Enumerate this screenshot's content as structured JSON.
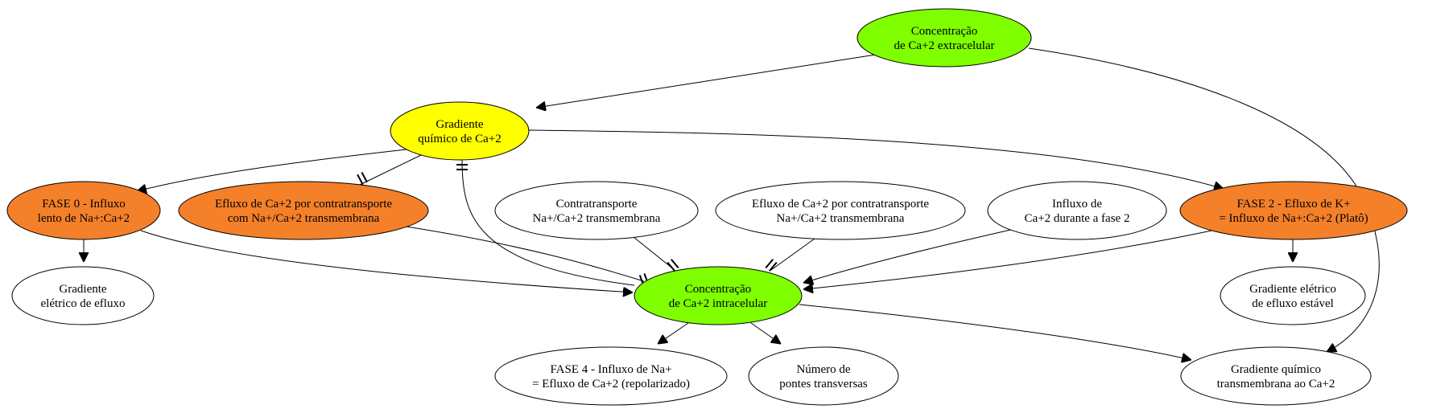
{
  "colors": {
    "green": "#7fff00",
    "yellow": "#ffff00",
    "orange": "#f4802a",
    "white": "#ffffff"
  },
  "nodes": {
    "ca_extra": {
      "lines": [
        "Concentração",
        "de Ca+2 extracelular"
      ],
      "fill": "green"
    },
    "grad_quimico": {
      "lines": [
        "Gradiente",
        "químico de Ca+2"
      ],
      "fill": "yellow"
    },
    "fase0": {
      "lines": [
        "FASE 0 - Influxo",
        "lento de Na+:Ca+2"
      ],
      "fill": "orange"
    },
    "efluxo_contra_laranja": {
      "lines": [
        "Efluxo de Ca+2 por contratransporte",
        "com Na+/Ca+2 transmembrana"
      ],
      "fill": "orange"
    },
    "contratransporte": {
      "lines": [
        "Contratransporte",
        "Na+/Ca+2 transmembrana"
      ],
      "fill": "white"
    },
    "efluxo_contra_branco": {
      "lines": [
        "Efluxo de Ca+2 por contratransporte",
        "Na+/Ca+2 transmembrana"
      ],
      "fill": "white"
    },
    "influxo_fase2": {
      "lines": [
        "Influxo de",
        "Ca+2 durante a fase 2"
      ],
      "fill": "white"
    },
    "fase2": {
      "lines": [
        "FASE 2 - Efluxo de K+",
        "= Influxo de Na+:Ca+2 (Platô)"
      ],
      "fill": "orange"
    },
    "grad_eletrico_efluxo": {
      "lines": [
        "Gradiente",
        "elétrico de efluxo"
      ],
      "fill": "white"
    },
    "ca_intra": {
      "lines": [
        "Concentração",
        "de Ca+2 intracelular"
      ],
      "fill": "green"
    },
    "grad_eletrico_estavel": {
      "lines": [
        "Gradiente elétrico",
        "de efluxo estável"
      ],
      "fill": "white"
    },
    "fase4": {
      "lines": [
        "FASE 4 - Influxo de Na+",
        "= Efluxo de Ca+2 (repolarizado)"
      ],
      "fill": "white"
    },
    "pontes": {
      "lines": [
        "Número de",
        "pontes transversas"
      ],
      "fill": "white"
    },
    "grad_transmembrana": {
      "lines": [
        "Gradiente químico",
        "transmembrana ao Ca+2"
      ],
      "fill": "white"
    }
  },
  "edges": [
    {
      "from": "ca_extra",
      "to": "grad_quimico",
      "type": "arrow"
    },
    {
      "from": "ca_extra",
      "to": "grad_transmembrana",
      "type": "arrow"
    },
    {
      "from": "grad_quimico",
      "to": "fase0",
      "type": "arrow"
    },
    {
      "from": "grad_quimico",
      "to": "efluxo_contra_laranja",
      "type": "tee"
    },
    {
      "from": "grad_quimico",
      "to": "ca_intra",
      "type": "tee_start"
    },
    {
      "from": "grad_quimico",
      "to": "fase2",
      "type": "arrow"
    },
    {
      "from": "fase0",
      "to": "grad_eletrico_efluxo",
      "type": "arrow"
    },
    {
      "from": "fase0",
      "to": "ca_intra",
      "type": "arrow"
    },
    {
      "from": "efluxo_contra_laranja",
      "to": "ca_intra",
      "type": "tee"
    },
    {
      "from": "contratransporte",
      "to": "ca_intra",
      "type": "tee"
    },
    {
      "from": "efluxo_contra_branco",
      "to": "ca_intra",
      "type": "tee"
    },
    {
      "from": "influxo_fase2",
      "to": "ca_intra",
      "type": "arrow"
    },
    {
      "from": "fase2",
      "to": "ca_intra",
      "type": "arrow"
    },
    {
      "from": "fase2",
      "to": "grad_eletrico_estavel",
      "type": "arrow"
    },
    {
      "from": "ca_intra",
      "to": "fase4",
      "type": "arrow"
    },
    {
      "from": "ca_intra",
      "to": "pontes",
      "type": "arrow"
    },
    {
      "from": "ca_intra",
      "to": "grad_transmembrana",
      "type": "arrow"
    }
  ]
}
